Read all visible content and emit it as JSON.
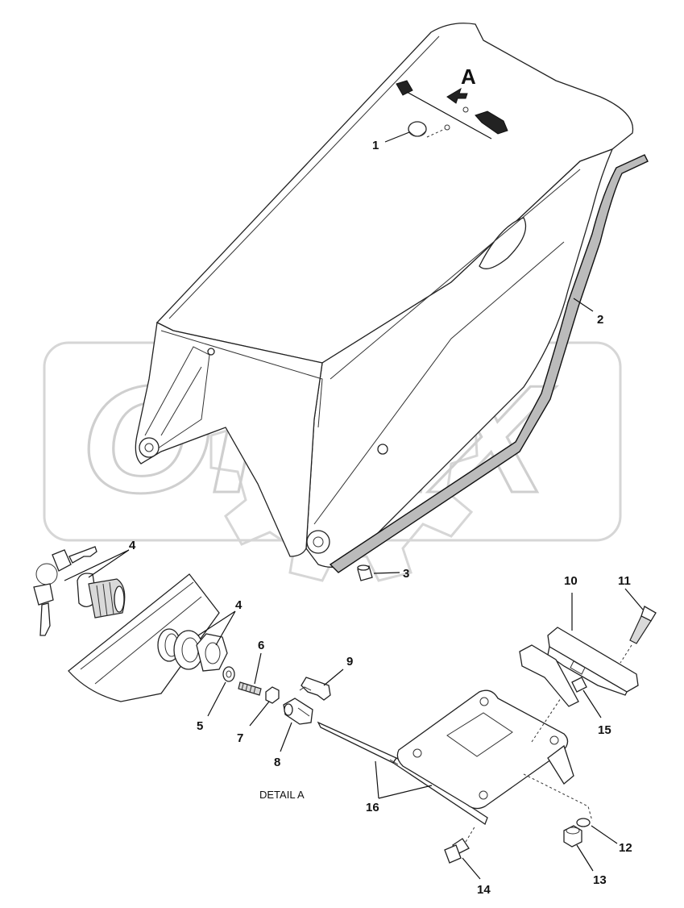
{
  "watermark": {
    "text": "OPEX"
  },
  "detail_label": "DETAIL A",
  "view_marker": "A",
  "callouts": [
    {
      "id": "c1",
      "text": "1"
    },
    {
      "id": "c2",
      "text": "2"
    },
    {
      "id": "c3",
      "text": "3"
    },
    {
      "id": "c4a",
      "text": "4"
    },
    {
      "id": "c4b",
      "text": "4"
    },
    {
      "id": "c5",
      "text": "5"
    },
    {
      "id": "c6",
      "text": "6"
    },
    {
      "id": "c7",
      "text": "7"
    },
    {
      "id": "c8",
      "text": "8"
    },
    {
      "id": "c9",
      "text": "9"
    },
    {
      "id": "c10",
      "text": "10"
    },
    {
      "id": "c11",
      "text": "11"
    },
    {
      "id": "c12",
      "text": "12"
    },
    {
      "id": "c13",
      "text": "13"
    },
    {
      "id": "c14",
      "text": "14"
    },
    {
      "id": "c15",
      "text": "15"
    },
    {
      "id": "c16",
      "text": "16"
    }
  ]
}
